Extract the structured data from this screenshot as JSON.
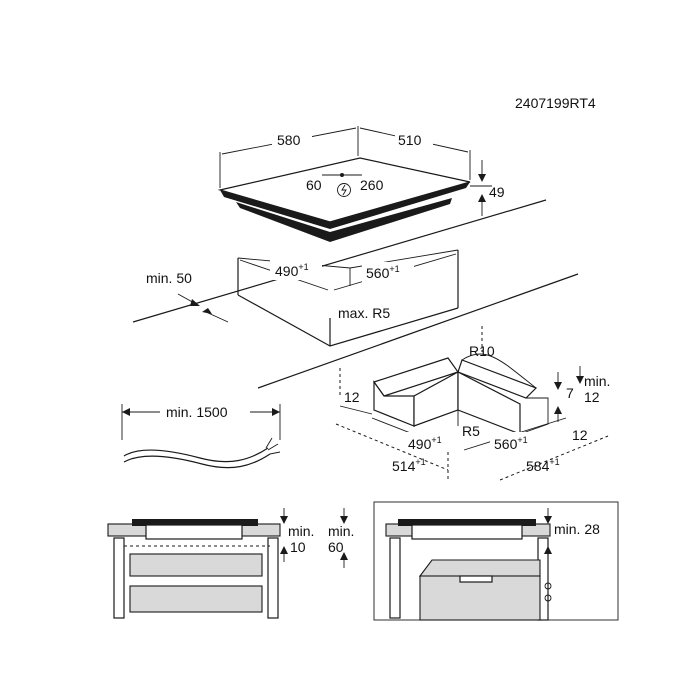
{
  "diagram": {
    "code": "2407199RT4",
    "hob": {
      "width": "580",
      "depth": "510",
      "thickness": "49",
      "socket_left": "60",
      "socket_right": "260"
    },
    "cutout": {
      "min_edge": "min. 50",
      "width": "490",
      "width_tol": "+1",
      "depth": "560",
      "depth_tol": "+1",
      "radius": "max. R5"
    },
    "frame": {
      "corner_radius": "R10",
      "inner_radius": "R5",
      "left_margin": "12",
      "min_label": "min.",
      "right_7": "7",
      "right_12a": "12",
      "right_12b": "12",
      "inner_width": "490",
      "inner_width_tol": "+1",
      "inner_depth": "560",
      "inner_depth_tol": "+1",
      "outer_width": "514",
      "outer_width_tol": "+1",
      "outer_depth": "584",
      "outer_depth_tol": "+1"
    },
    "cable": {
      "length": "min. 1500"
    },
    "install_left": {
      "min_label_a": "min.",
      "value_a": "10",
      "min_label_b": "min.",
      "value_b": "60"
    },
    "install_right": {
      "clearance": "min. 28"
    }
  }
}
